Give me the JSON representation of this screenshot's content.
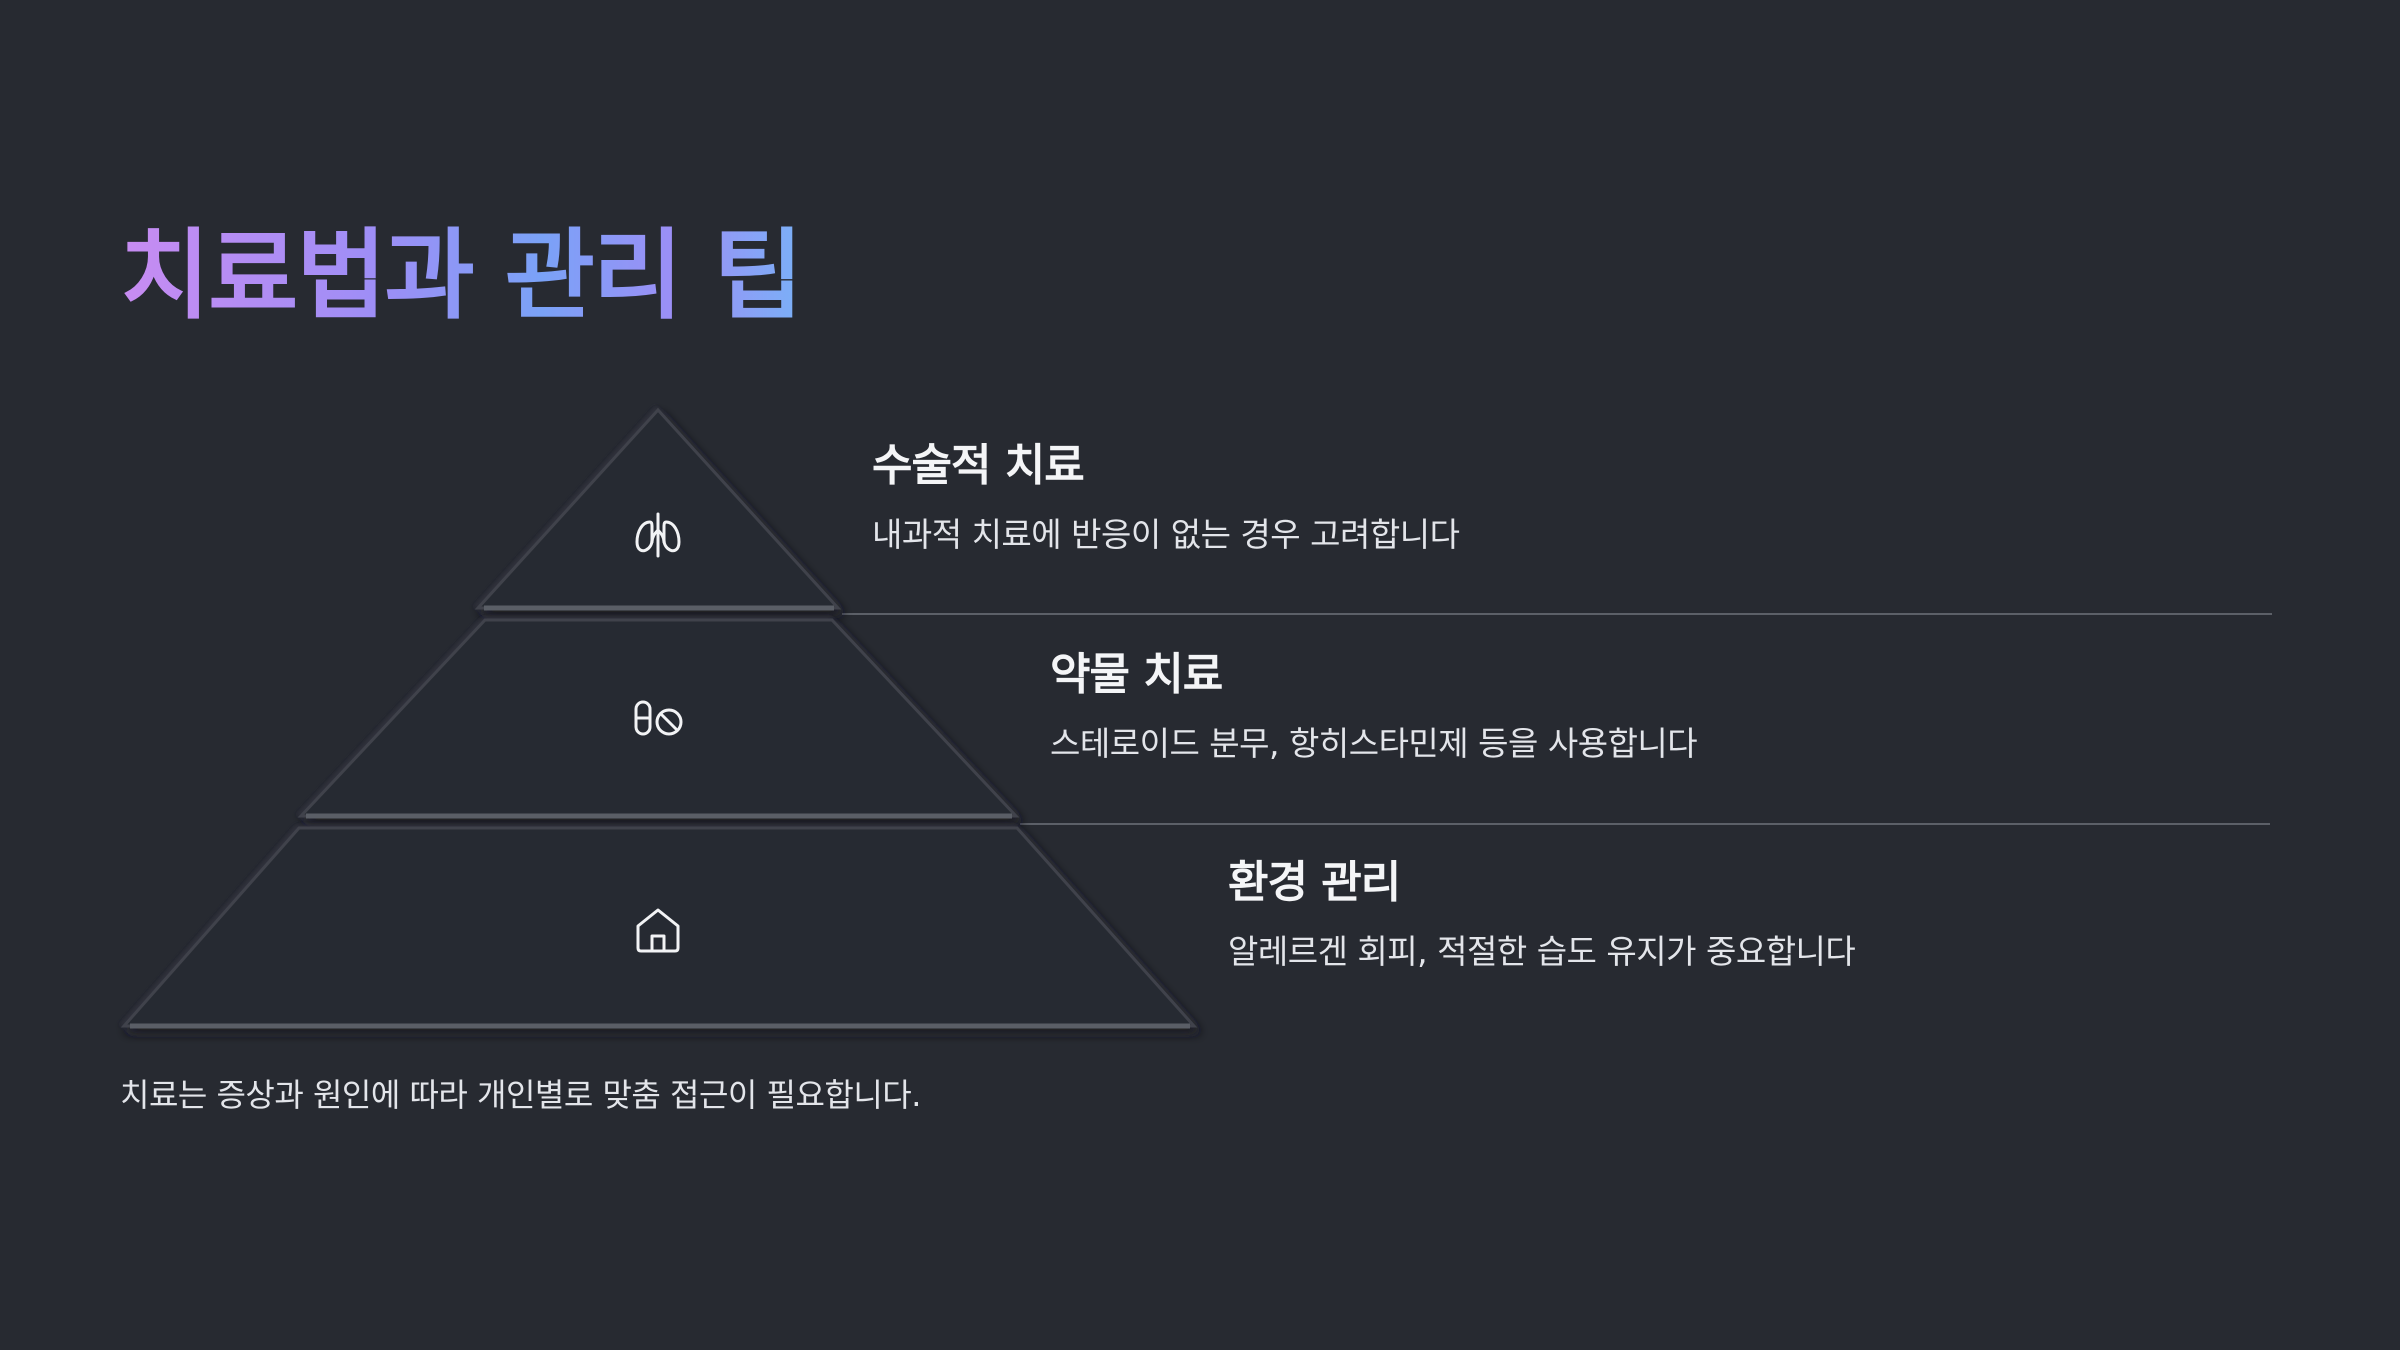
{
  "title": "치료법과 관리 팁",
  "tiers": [
    {
      "heading": "수술적 치료",
      "description": "내과적 치료에 반응이 없는 경우 고려합니다",
      "icon": "lungs-icon"
    },
    {
      "heading": "약물 치료",
      "description": "스테로이드 분무, 항히스타민제 등을 사용합니다",
      "icon": "pills-icon"
    },
    {
      "heading": "환경 관리",
      "description": "알레르겐 회피, 적절한 습도 유지가 중요합니다",
      "icon": "home-icon"
    }
  ],
  "footer": "치료는 증상과 원인에 따라 개인별로 맞춤 접근이 필요합니다.",
  "colors": {
    "background": "#272a31",
    "tier_fill": "#282b32",
    "divider": "#5c6068",
    "title_gradient_start": "#c88cf2",
    "title_gradient_end": "#7aa2f7"
  }
}
